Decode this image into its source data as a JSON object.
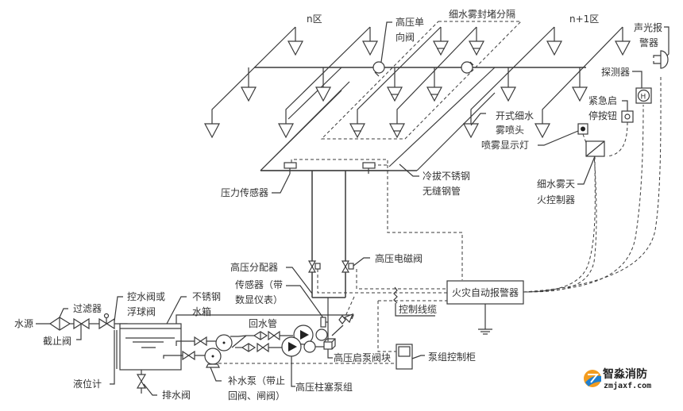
{
  "diagram": {
    "title": "高压细水雾灭火系统示意图",
    "zones": {
      "n": "n区",
      "n_plus_1": "n+1区"
    },
    "labels": {
      "check_valve": [
        "高压单",
        "向阀"
      ],
      "fire_partition": "细水雾封堵分隔",
      "audible_alarm": [
        "声光报",
        "警器"
      ],
      "detector": "探测器",
      "emergency_button": [
        "紧急启",
        "停按钮"
      ],
      "open_nozzle": [
        "开式细水",
        "雾喷头"
      ],
      "spray_light": "喷雾显示灯",
      "pipe_material": [
        "冷拔不锈钢",
        "无缝钢管"
      ],
      "controller": [
        "细水雾天",
        "火控制器"
      ],
      "pressure_sensor": "压力传感器",
      "distributor": "高压分配器",
      "solenoid_valve": "高压电磁阀",
      "sensor_gauge": [
        "传感器（带",
        "数显仪表）"
      ],
      "fire_alarm_panel": "火灾自动报警器",
      "control_cable": "控制线缆",
      "water_source": "水源",
      "filter": "过滤器",
      "stop_valve": "截止阀",
      "float_valve": [
        "控水阀或",
        "浮球阀"
      ],
      "tank": [
        "不锈钢",
        "水箱"
      ],
      "return_pipe": "回水管",
      "level_gauge": "液位计",
      "drain_valve": "排水阀",
      "makeup_pump": [
        "补水泵（带止",
        "回阀、闸阀）"
      ],
      "plunger_pump": "高压柱塞泵组",
      "pump_valve_block": "高压启泵阀块",
      "pump_cabinet": "泵组控制柜"
    },
    "detector_symbol": "H"
  },
  "watermark": {
    "name": "智淼消防",
    "url": "zmjaxf.com",
    "colors": {
      "orange": "#f39c1f",
      "blue": "#1f7fd0"
    }
  }
}
